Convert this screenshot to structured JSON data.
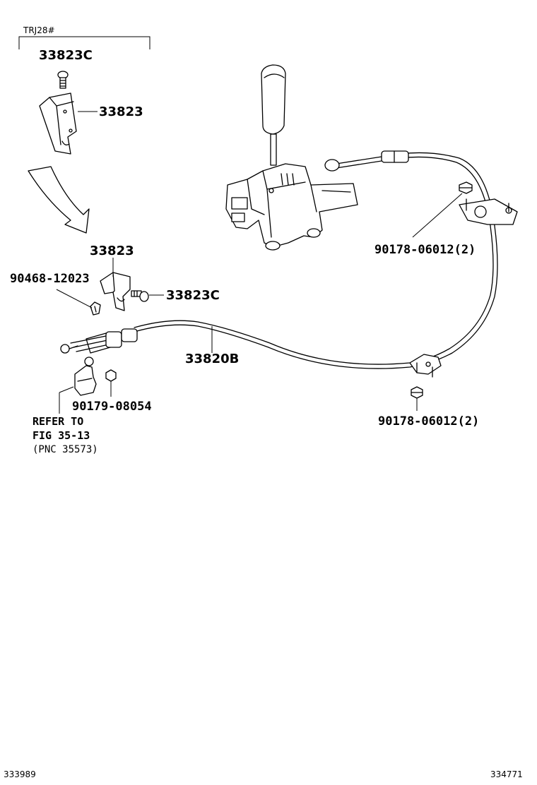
{
  "model_code": "TRJ28#",
  "labels": {
    "bolt_top": "33823C",
    "bracket_top": "33823",
    "bracket_mid": "33823",
    "clip": "90468-12023",
    "bolt_mid": "33823C",
    "cable": "33820B",
    "nut_small": "90179-08054",
    "nut_upper": "90178-06012(2)",
    "nut_lower": "90178-06012(2)"
  },
  "note": {
    "line1": "REFER TO",
    "line2": "FIG 35-13",
    "line3": "(PNC 35573)"
  },
  "footer": {
    "left_id": "333989",
    "right_id": "334771"
  }
}
